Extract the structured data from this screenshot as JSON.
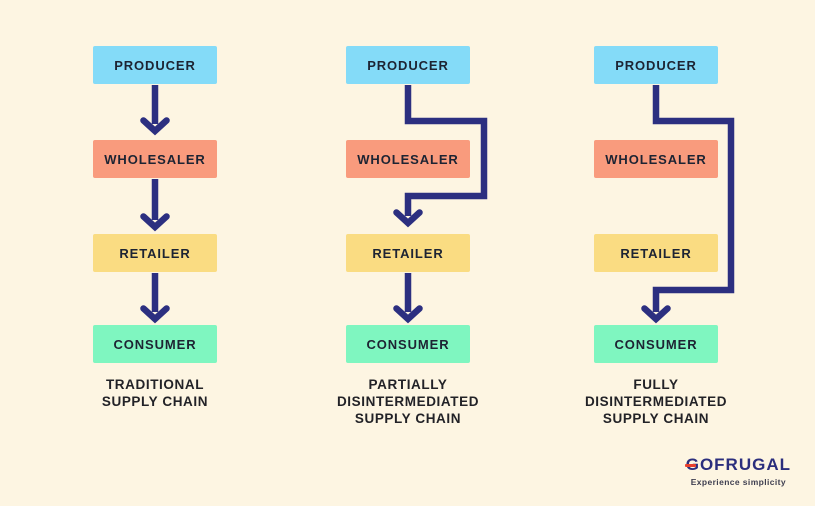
{
  "colors": {
    "background": "#FDF5E2",
    "producer_box": "#84DBF8",
    "wholesaler_box": "#F99B7D",
    "retailer_box": "#FADC82",
    "consumer_box": "#7FF6C0",
    "arrow": "#2C2F80",
    "box_text": "#1D2433",
    "caption_text": "#222227",
    "logo_navy": "#2B2E7D",
    "logo_red": "#E8402D"
  },
  "columns": [
    {
      "caption": "TRADITIONAL\nSUPPLY CHAIN",
      "boxes": [
        "PRODUCER",
        "WHOLESALER",
        "RETAILER",
        "CONSUMER"
      ]
    },
    {
      "caption": "PARTIALLY\nDISINTERMEDIATED\nSUPPLY CHAIN",
      "boxes": [
        "PRODUCER",
        "WHOLESALER",
        "RETAILER",
        "CONSUMER"
      ]
    },
    {
      "caption": "FULLY\nDISINTERMEDIATED\nSUPPLY CHAIN",
      "boxes": [
        "PRODUCER",
        "WHOLESALER",
        "RETAILER",
        "CONSUMER"
      ]
    }
  ],
  "logo": {
    "name": "GOFRUGAL",
    "tagline": "Experience simplicity"
  }
}
